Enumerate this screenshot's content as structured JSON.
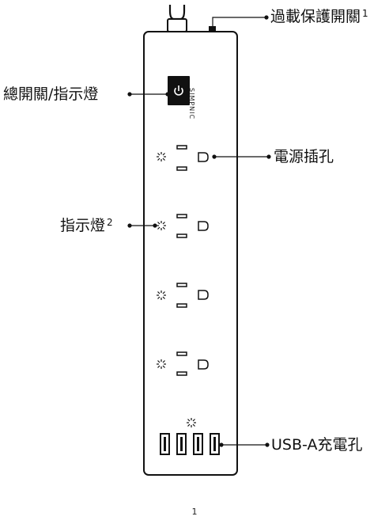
{
  "labels": {
    "overload_switch": "過載保護開關",
    "overload_switch_note": "1",
    "master_switch": "總開關/指示燈",
    "power_outlet": "電源插孔",
    "indicator": "指示燈",
    "indicator_note": "2",
    "usb_a_ports": "USB-A充電孔"
  },
  "brand": "SIMPNIC",
  "page_number": "1"
}
